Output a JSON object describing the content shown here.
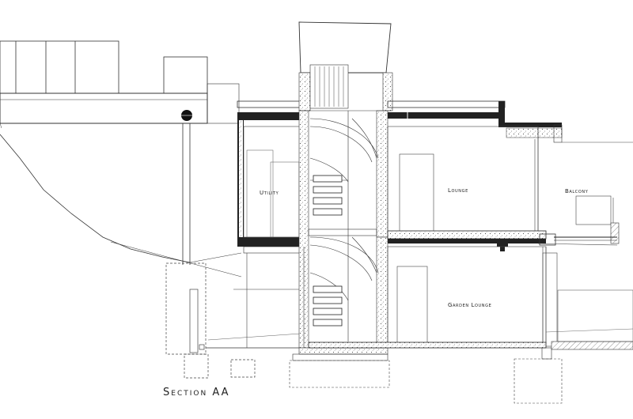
{
  "drawing": {
    "title": "Section AA",
    "rooms": {
      "utility": "Utility",
      "lounge": "Lounge",
      "balcony": "Balcony",
      "garden_lounge": "Garden Lounge"
    }
  }
}
